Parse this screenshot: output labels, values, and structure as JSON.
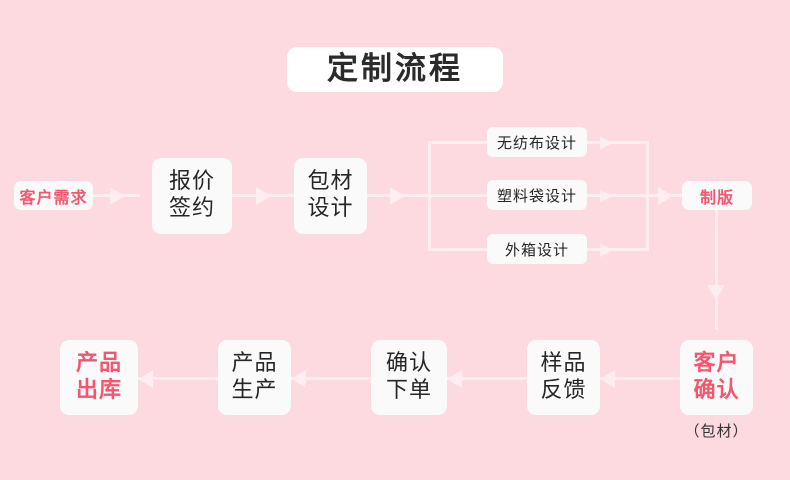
{
  "page": {
    "title": "定制流程",
    "background_color": "#fdd9e0",
    "box_color": "#fafafa",
    "connector_color": "#ffeef1",
    "accent_color": "#f5556e",
    "text_color": "#262626"
  },
  "flow": {
    "row1": [
      {
        "id": "customer-requirement",
        "label": "客户需求",
        "style": "pill",
        "accent": true
      },
      {
        "id": "quotation-contract",
        "line1": "报价",
        "line2": "签约",
        "style": "square",
        "accent": false
      },
      {
        "id": "packaging-design",
        "line1": "包材",
        "line2": "设计",
        "style": "square",
        "accent": false
      },
      {
        "id": "plate-making",
        "label": "制版",
        "style": "pill",
        "accent": true
      }
    ],
    "branches": [
      {
        "id": "nonwoven-design",
        "label": "无纺布设计"
      },
      {
        "id": "plastic-bag-design",
        "label": "塑料袋设计"
      },
      {
        "id": "outer-carton-design",
        "label": "外箱设计"
      }
    ],
    "row2": [
      {
        "id": "product-delivery",
        "line1": "产品",
        "line2": "出库",
        "accent": true
      },
      {
        "id": "product-manufacturing",
        "line1": "产品",
        "line2": "生产",
        "accent": false
      },
      {
        "id": "confirm-order",
        "line1": "确认",
        "line2": "下单",
        "accent": false
      },
      {
        "id": "sample-feedback",
        "line1": "样品",
        "line2": "反馈",
        "accent": false
      },
      {
        "id": "customer-confirmation",
        "line1": "客户",
        "line2": "确认",
        "accent": true,
        "caption": "（包材）"
      }
    ]
  }
}
